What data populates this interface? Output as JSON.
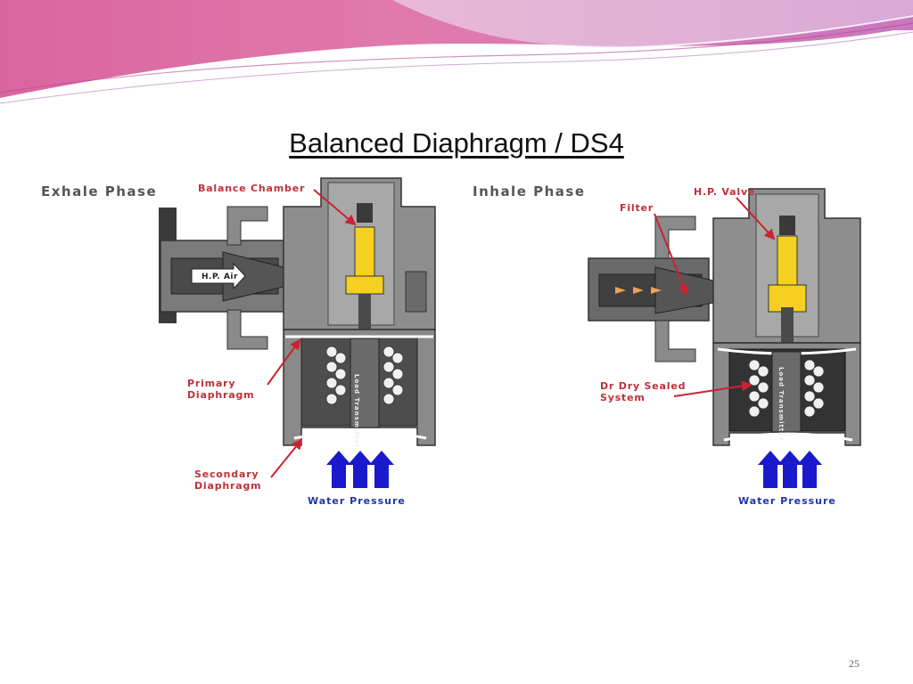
{
  "slide": {
    "title": "Balanced Diaphragm / DS4",
    "page_number": "25"
  },
  "exhale": {
    "phase_label": "Exhale Phase",
    "balance_chamber": "Balance Chamber",
    "hp_air": "H.P. Air",
    "primary_diaphragm": "Primary\nDiaphragm",
    "secondary_diaphragm": "Secondary\nDiaphragm",
    "load_transmitter": "Load Transmitter",
    "water_pressure": "Water Pressure"
  },
  "inhale": {
    "phase_label": "Inhale Phase",
    "hp_valve": "H.P. Valve",
    "filter": "Filter",
    "dry_sealed": "Dr Dry Sealed\nSystem",
    "load_transmitter": "Load Transmitter",
    "water_pressure": "Water Pressure"
  },
  "colors": {
    "header_pink": "#d9659f",
    "header_lavender": "#dcaed8",
    "body_gray": "#8a8a8a",
    "dark_gray": "#4a4a4a",
    "valve_yellow": "#f5d020",
    "leader_red": "#cc2233",
    "arrow_blue": "#1a1acc"
  }
}
